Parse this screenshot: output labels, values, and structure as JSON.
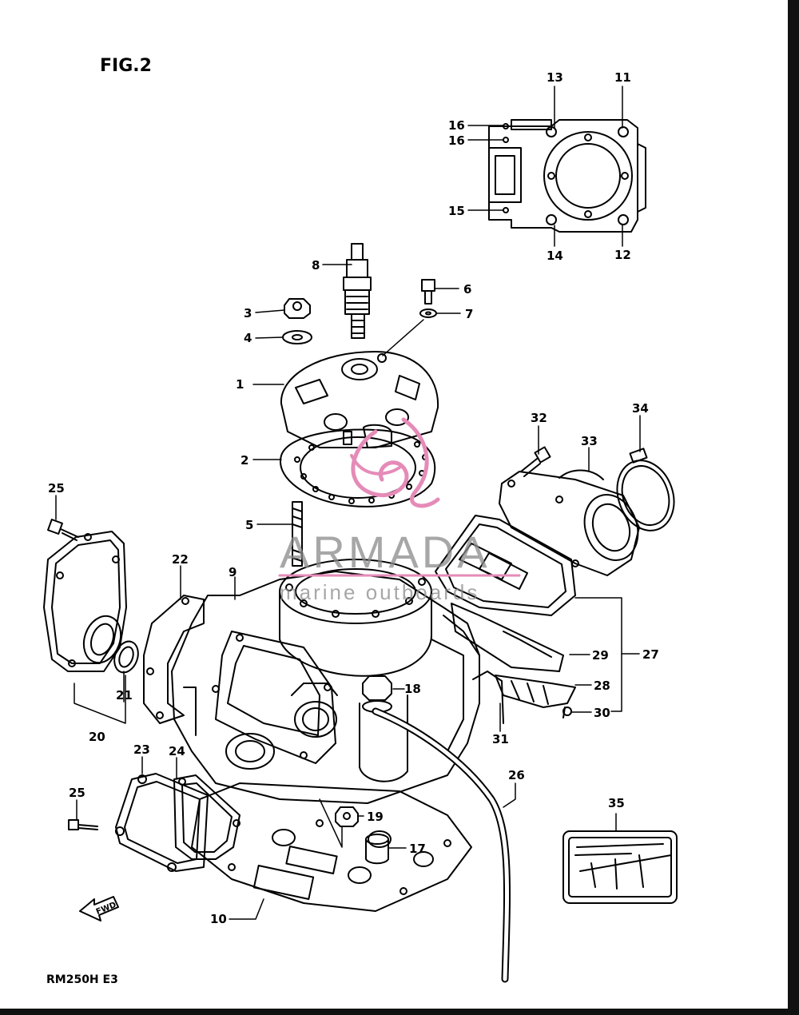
{
  "figure": {
    "title": "FIG.2",
    "model": "RM250H E3"
  },
  "watermark": {
    "brand": "ARMADA",
    "tagline": "marine outboards",
    "color": "#e58bb8"
  },
  "forward_arrow": {
    "text": "FWD"
  },
  "callouts": [
    "1",
    "2",
    "3",
    "4",
    "5",
    "6",
    "7",
    "8",
    "9",
    "10",
    "11",
    "12",
    "13",
    "14",
    "15",
    "16",
    "16",
    "17",
    "18",
    "19",
    "20",
    "21",
    "22",
    "23",
    "24",
    "25",
    "25",
    "26",
    "27",
    "28",
    "29",
    "30",
    "31",
    "32",
    "33",
    "34",
    "35"
  ]
}
